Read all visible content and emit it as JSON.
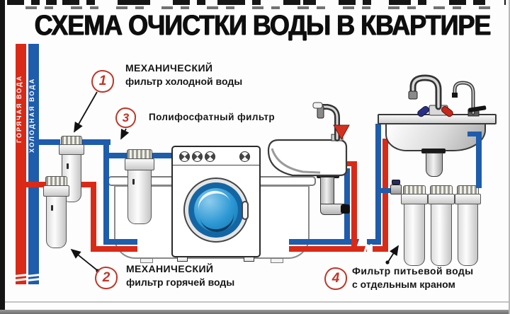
{
  "title": "СХЕМА ОЧИСТКИ ВОДЫ В КВАРТИРЕ",
  "pipes": {
    "hot": {
      "label": "ГОРЯЧАЯ ВОДА"
    },
    "cold": {
      "label": "ХОЛОДНАЯ ВОДА"
    }
  },
  "colors": {
    "hot": "#d92a18",
    "cold": "#1e5cac",
    "accent": "#c13527",
    "drum": "#2b97d3"
  },
  "callouts": {
    "c1": {
      "num": "1",
      "line1": "МЕХАНИЧЕСКИЙ",
      "line2": "фильтр холодной воды"
    },
    "c2": {
      "num": "2",
      "line1": "МЕХАНИЧЕСКИЙ",
      "line2": "фильтр горячей воды"
    },
    "c3": {
      "num": "3",
      "line1": "Полифосфатный фильтр"
    },
    "c4": {
      "num": "4",
      "line1": "Фильтр питьевой воды",
      "line2": "с отдельным краном"
    }
  }
}
